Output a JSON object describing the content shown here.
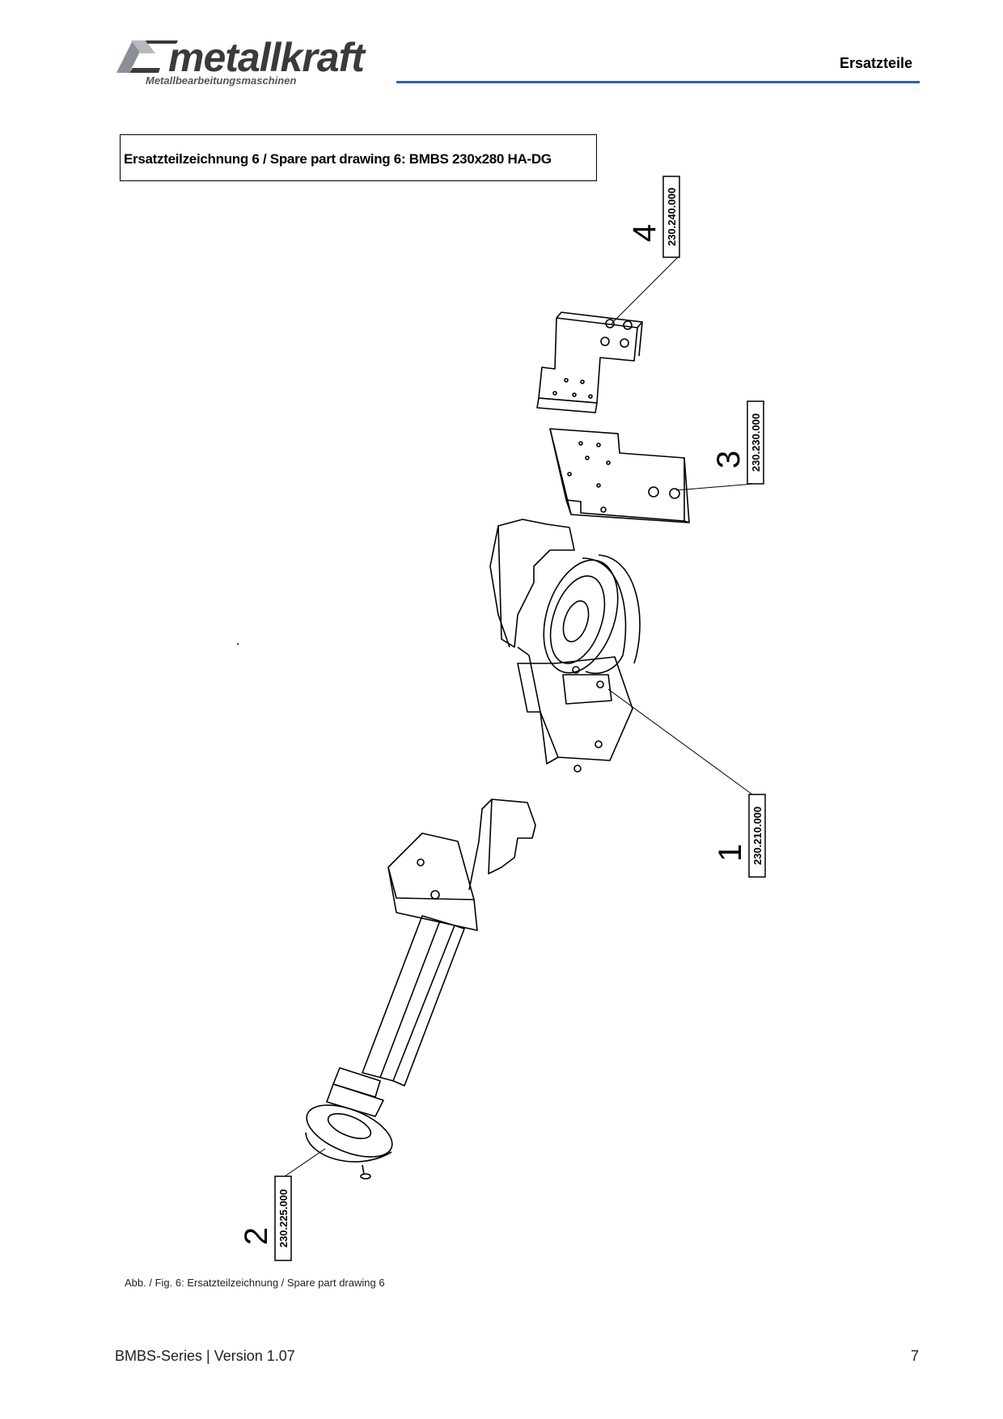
{
  "header": {
    "brand": "metallkraft",
    "brand_sub": "Metallbearbeitungsmaschinen",
    "section": "Ersatzteile",
    "accent_color": "#2e5fb3"
  },
  "title": "Ersatzteilzeichnung 6 /  Spare part drawing 6: BMBS 230x280 HA-DG",
  "callouts": [
    {
      "number": "4",
      "code": "230.240.000"
    },
    {
      "number": "3",
      "code": "230.230.000"
    },
    {
      "number": "1",
      "code": "230.210.000"
    },
    {
      "number": "2",
      "code": "230.225.000"
    }
  ],
  "caption": "Abb. / Fig. 6: Ersatzteilzeichnung / Spare part drawing 6",
  "footer": {
    "series": "BMBS-Series | Version 1.07",
    "page": "7"
  }
}
